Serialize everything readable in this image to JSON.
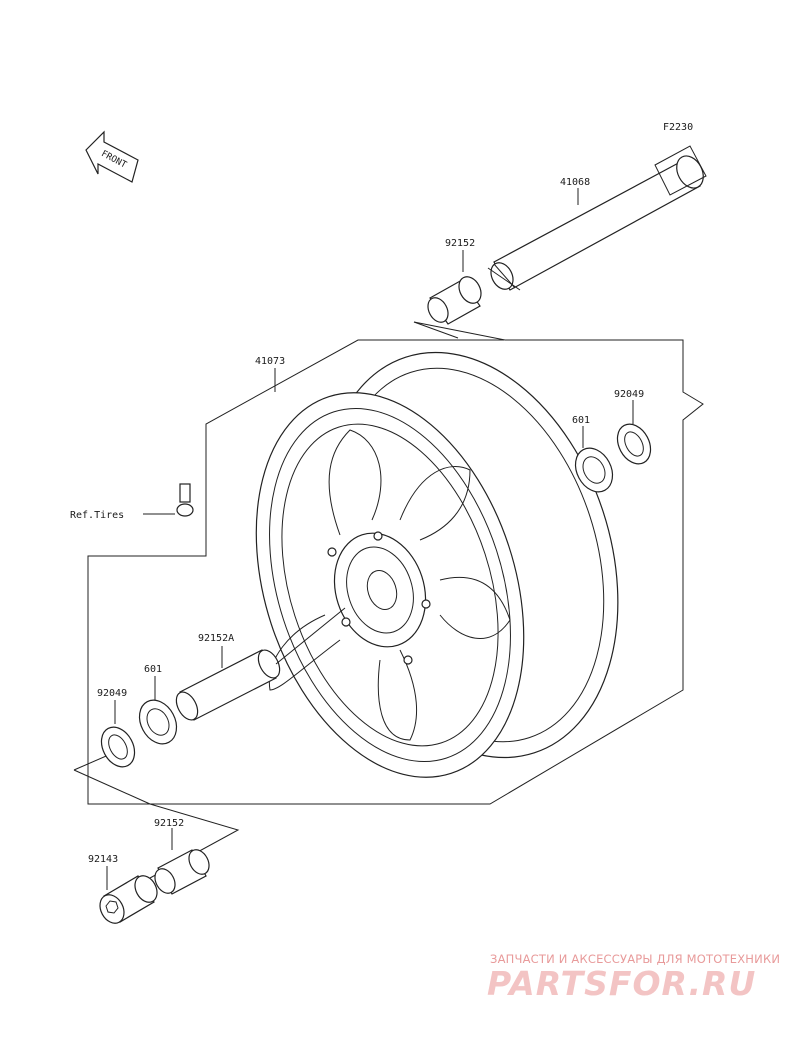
{
  "diagram": {
    "code": "F2230",
    "front_label": "FRONT",
    "ref_tires": "Ref.Tires",
    "labels": {
      "axle": "41068",
      "collar_top": "92152",
      "wheel": "41073",
      "seal_right": "92049",
      "bearing_right": "601",
      "spacer": "92152A",
      "bearing_left": "601",
      "seal_left": "92049",
      "collar_bottom": "92152",
      "bolt": "92143"
    }
  },
  "watermark": {
    "tagline": "ЗАПЧАСТИ И АКСЕССУАРЫ ДЛЯ МОТОТЕХНИКИ",
    "logo": "PARTSFOR.RU"
  }
}
